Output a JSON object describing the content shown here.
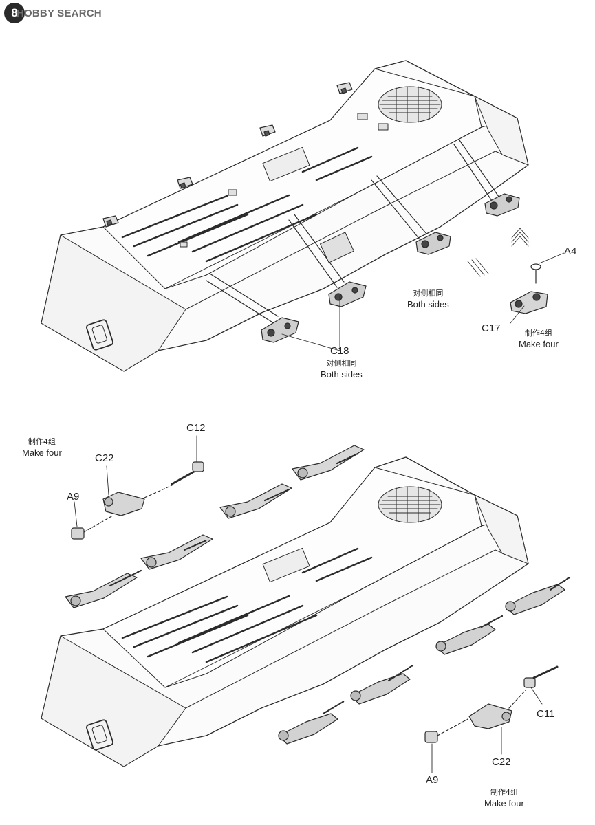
{
  "watermark": {
    "badge": "8",
    "text": "HOBBY SEARCH"
  },
  "upper_diagram": {
    "labels": {
      "a4": "A4",
      "c17": "C17",
      "c18": "C18"
    },
    "notes": {
      "both_sides_right": {
        "cn": "对侧相同",
        "en": "Both sides"
      },
      "both_sides_bottom": {
        "cn": "对侧相同",
        "en": "Both sides"
      },
      "make_four": {
        "cn": "制作4组",
        "en": "Make four"
      }
    }
  },
  "lower_diagram": {
    "labels": {
      "c12": "C12",
      "c22_left": "C22",
      "a9_left": "A9",
      "c11": "C11",
      "c22_right": "C22",
      "a9_right": "A9"
    },
    "notes": {
      "make_four_left": {
        "cn": "制作4组",
        "en": "Make four"
      },
      "make_four_right": {
        "cn": "制作4组",
        "en": "Make four"
      }
    }
  }
}
